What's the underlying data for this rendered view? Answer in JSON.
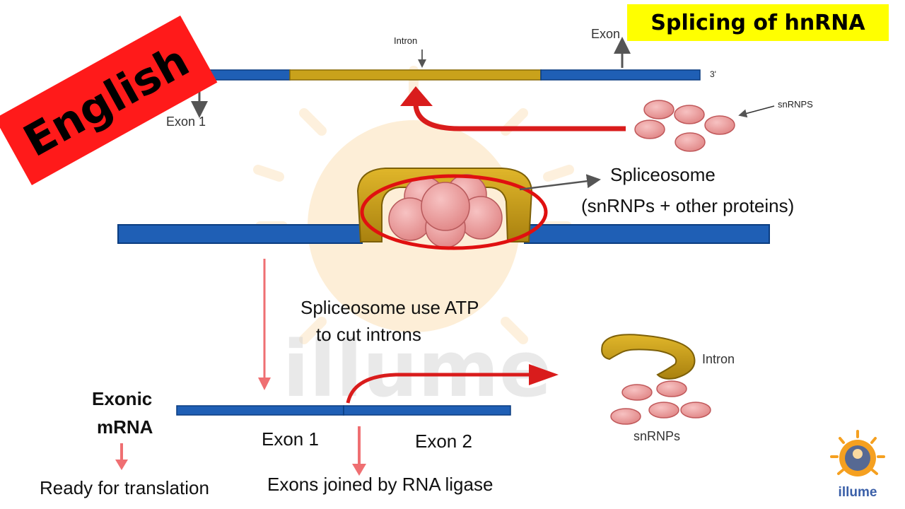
{
  "header": {
    "title": "Splicing of hnRNA",
    "language_banner": "English"
  },
  "premrna": {
    "intron_label": "Intron",
    "exon_label": "Exon",
    "exon1_label": "Exon 1",
    "three_prime": "3'",
    "snrnps_label": "snRNPS"
  },
  "spliceosome": {
    "label": "Spliceosome",
    "composition": "(snRNPs + other proteins)"
  },
  "step": {
    "line1": "Spliceosome use ATP",
    "line2": "to cut introns"
  },
  "products": {
    "intron_label": "Intron",
    "snrnps_label": "snRNPs",
    "exon1_label": "Exon 1",
    "exon2_label": "Exon 2",
    "ligase_note": "Exons joined by RNA ligase",
    "mrna_line1": "Exonic",
    "mrna_line2": "mRNA",
    "ready_note": "Ready for translation"
  },
  "watermark": {
    "text": "illume"
  },
  "logo": {
    "text": "illume"
  },
  "colors": {
    "exon_blue": "#1f5fb5",
    "intron_gold": "#c9a21b",
    "arrow_red": "#d91c1c",
    "arrow_pink": "#ef6f72",
    "snrnp_pink": "#f0a6a6",
    "title_bg": "#ffff00",
    "banner_red": "#ff1a1a"
  }
}
